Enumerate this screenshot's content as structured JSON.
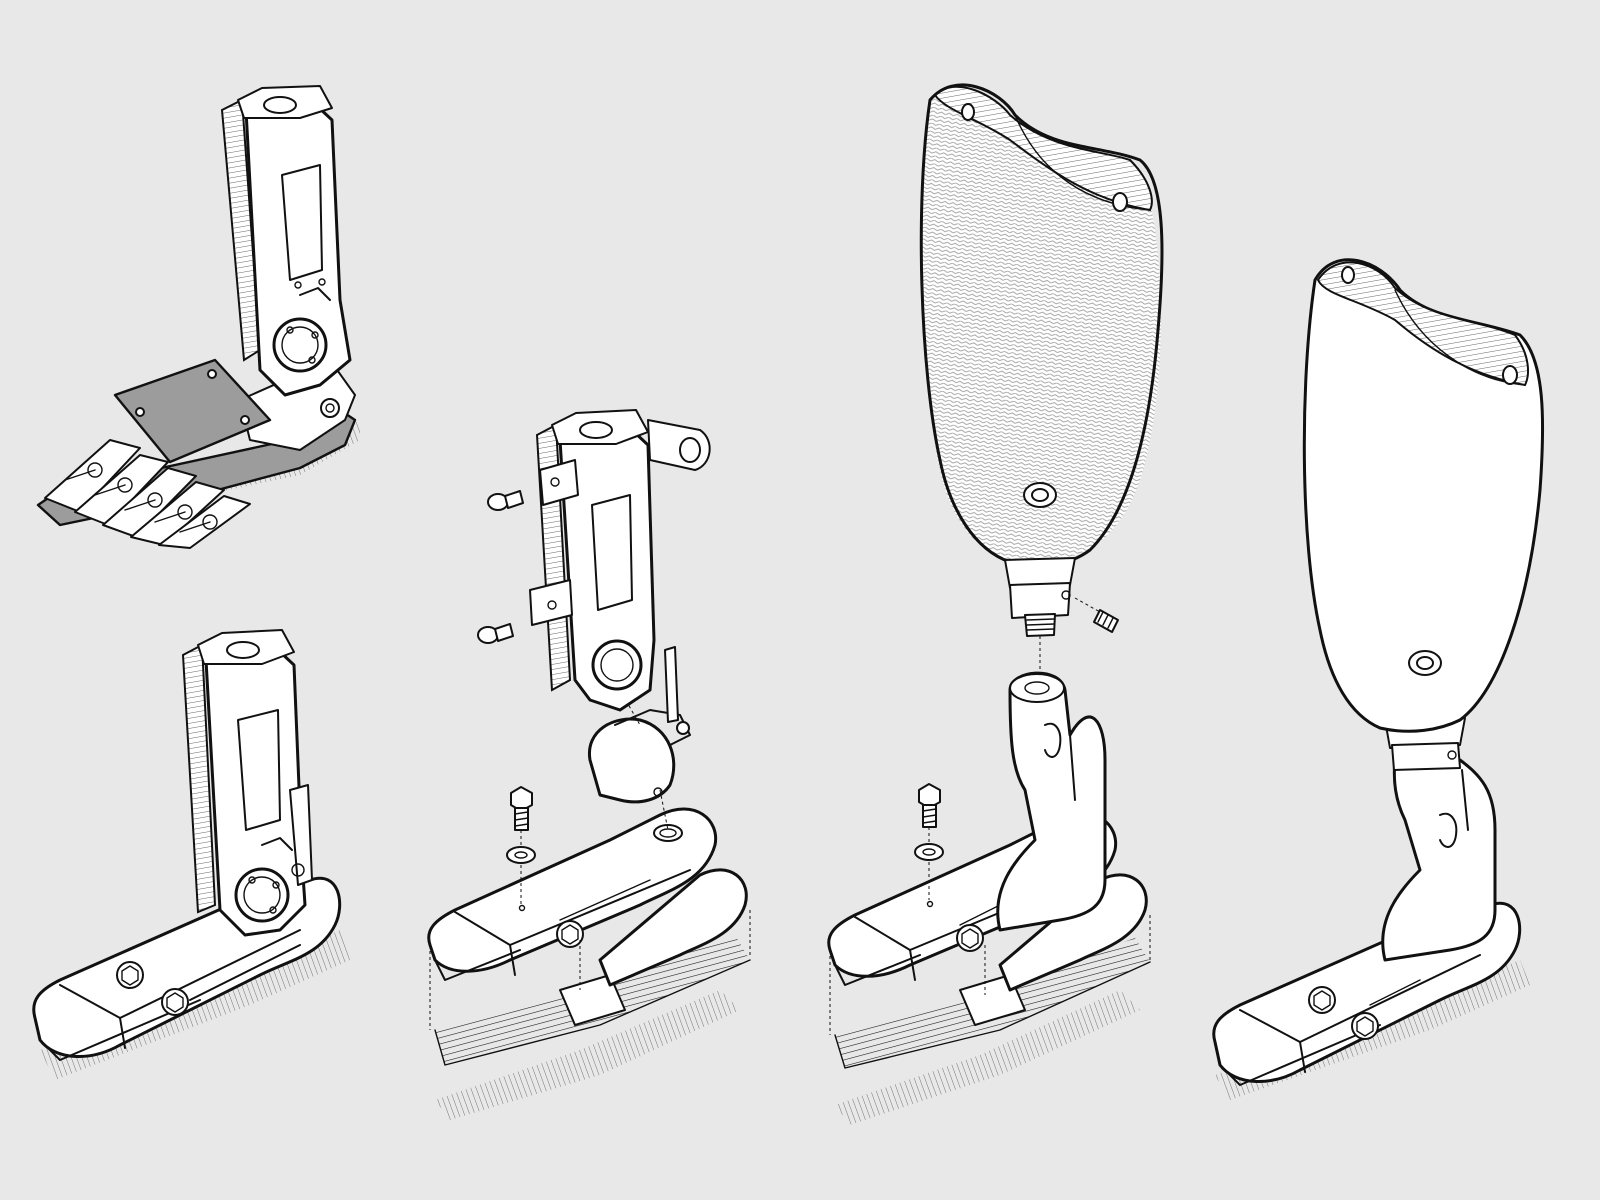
{
  "figure": {
    "colors": {
      "background": "#e8e8e8",
      "outline": "#111111",
      "fill": "#ffffff",
      "pad_grey": "#9c9c9c"
    },
    "illustrations": [
      {
        "id": "bionic-foot-articulated",
        "icon": "prosthetic-foot-with-toes"
      },
      {
        "id": "bionic-foot-assembled",
        "icon": "prosthetic-ankle-foot"
      },
      {
        "id": "ankle-foot-exploded",
        "icon": "exploded-ankle-assembly"
      },
      {
        "id": "socket-pylon-exploded",
        "icon": "exploded-socket-assembly"
      },
      {
        "id": "socket-pylon-assembled",
        "icon": "assembled-below-knee-prosthesis"
      }
    ]
  }
}
